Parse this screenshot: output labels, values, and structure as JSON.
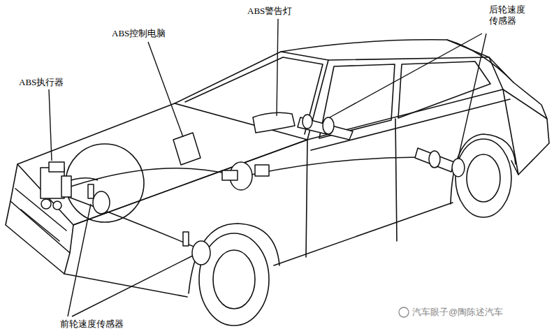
{
  "diagram": {
    "labels": [
      "ABS警告灯",
      "后轮速度 传感器",
      "ABS控制电脑",
      "ABS执行器",
      "前轮速度传感器",
      "汽车眼子@陶陈述汽车"
    ]
  }
}
